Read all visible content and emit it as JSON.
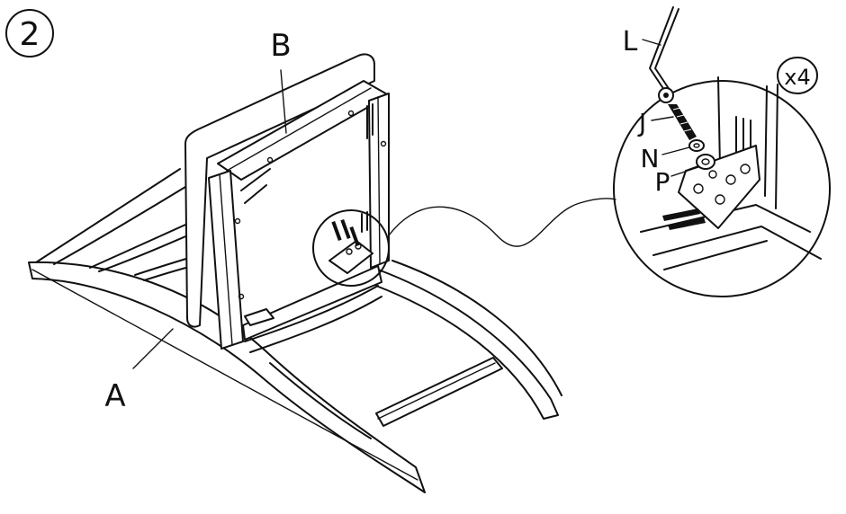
{
  "step": {
    "number": "2"
  },
  "labels": {
    "part_a": "A",
    "part_b": "B",
    "tool_l": "L",
    "bolt_j": "J",
    "washer_n": "N",
    "washer_p": "P"
  },
  "quantity": "x4"
}
